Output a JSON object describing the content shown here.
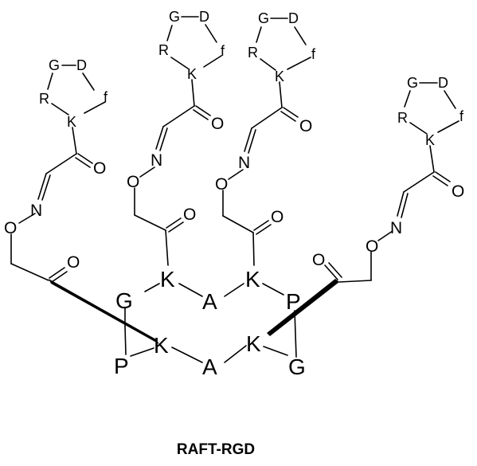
{
  "molecule": {
    "name": "RAFT-RGD"
  },
  "atoms": {
    "oxygen": "O",
    "nitrogen": "N"
  },
  "cyclic_rgd": {
    "residues": [
      "G",
      "D",
      "f",
      "K",
      "R"
    ]
  },
  "raft_scaffold": {
    "upper_ring": [
      "G",
      "K",
      "A",
      "K",
      "P"
    ],
    "lower_ring": [
      "P",
      "K",
      "A",
      "K",
      "G"
    ]
  }
}
